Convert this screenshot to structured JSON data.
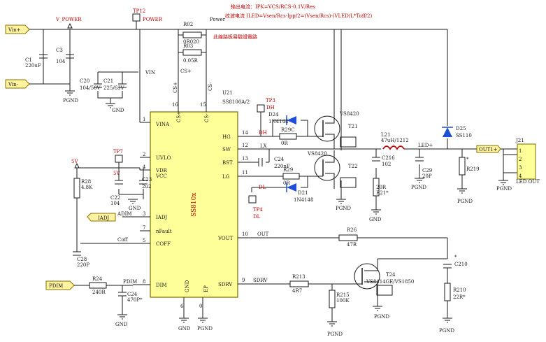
{
  "header": {
    "line1": "输出电流：IPK=VCS/RCS-0.1V/Res",
    "line2": "纹波电流 ILED=Vsen/Rcs-Ipp/2=(Vsen/Rcs)-(VLED/L*Toff/2)"
  },
  "ports": {
    "vin_plus": "Vin+",
    "vin_minus": "Vin-",
    "iadj": "IADJ",
    "pdim": "PDIM",
    "out_plus": "OUT1+"
  },
  "nets": {
    "v_power": "V_POWER",
    "power": "Power",
    "vin": "VIN",
    "cs_plus": "CS+",
    "cs_minus": "CS-",
    "dh": "DH",
    "lx": "LX",
    "dl": "DL",
    "out": "OUT",
    "sdrv": "SDRV",
    "pdim": "PDIM",
    "adim": "ADIM",
    "coff": "Coff",
    "led_plus": "LED+",
    "v5v": "5V",
    "v5v_local": "5V",
    "cs_note": "此線路板易驗證電路"
  },
  "grounds": {
    "pgnd": "PGND",
    "gnd": "GND"
  },
  "testpoints": {
    "tp12": "TP12",
    "tp12_label": "POWER",
    "tp7": "TP7",
    "tp3": "TP3",
    "tp3_label": "DH",
    "tp4": "TP4",
    "tp4_label": "DL"
  },
  "ic": {
    "ref": "U21",
    "part": "SS8100A/2",
    "body": "SS810x",
    "left_pins": [
      {
        "num": "1",
        "name": "VINA"
      },
      {
        "num": "2",
        "name": "UVLO"
      },
      {
        "num": "4",
        "name": "VDR"
      },
      {
        "num": "4",
        "name": "VCC"
      },
      {
        "num": "3",
        "name": "IADJ"
      },
      {
        "num": "7",
        "name": "nFault"
      },
      {
        "num": "5",
        "name": "COFF"
      },
      {
        "num": "8",
        "name": "DIM"
      }
    ],
    "right_pins": [
      {
        "num": "14",
        "name": "HG"
      },
      {
        "num": "12",
        "name": "SW"
      },
      {
        "num": "13",
        "name": "BST"
      },
      {
        "num": "11",
        "name": "LG"
      },
      {
        "num": "10",
        "name": "VOUT"
      },
      {
        "num": "9",
        "name": "SDRV"
      }
    ],
    "top_pins": [
      {
        "num": "16",
        "name": "CS+"
      },
      {
        "num": "15",
        "name": "CS-"
      }
    ],
    "bottom_pins": [
      {
        "num": "6",
        "name": "GND"
      },
      {
        "num": "0",
        "name": "EP"
      }
    ]
  },
  "components": {
    "c1": {
      "ref": "C1",
      "value": "220uF"
    },
    "c3": {
      "ref": "C3",
      "value": "104"
    },
    "c20": {
      "ref": "C20",
      "value": "104/50V"
    },
    "c21": {
      "ref": "C21",
      "value": "225/63V"
    },
    "r02": {
      "ref": "R02",
      "value": "0R020"
    },
    "r03": {
      "ref": "R03",
      "value": "0.05R"
    },
    "c22": {
      "ref": "C22",
      "value": "104"
    },
    "c23": {
      "ref": "C23",
      "value": "2u2"
    },
    "r28": {
      "ref": "R28",
      "value": "4.8K"
    },
    "c28": {
      "ref": "C28",
      "value": "220P"
    },
    "r24": {
      "ref": "R24",
      "value": "240R"
    },
    "c24": {
      "ref": "C24",
      "value": "470P*"
    },
    "d24": {
      "ref": "D24",
      "value": "1N4148"
    },
    "d21": {
      "ref": "D21",
      "value": "1N4148"
    },
    "r29c": {
      "ref": "R29C",
      "value": "0R"
    },
    "r29": {
      "ref": "R29",
      "value": "0R"
    },
    "c24b": {
      "ref": "C24",
      "value": "220nF"
    },
    "t21": {
      "ref": "T21",
      "value": "VS8420"
    },
    "t22": {
      "ref": "T22",
      "value": "VS8420"
    },
    "l21": {
      "ref": "L21",
      "value": "47uH/1212"
    },
    "c216": {
      "ref": "C216",
      "value": "102"
    },
    "r21x": {
      "ref": "R21*",
      "value": "20R"
    },
    "c29": {
      "ref": "C29",
      "value": "20P"
    },
    "d25": {
      "ref": "D25",
      "value": "SS110"
    },
    "r219": {
      "ref": "R219",
      "value": "*"
    },
    "r26": {
      "ref": "R26",
      "value": "47R"
    },
    "r213": {
      "ref": "R213",
      "value": "4R7"
    },
    "r215": {
      "ref": "R215",
      "value": "100K"
    },
    "t24": {
      "ref": "T24",
      "value": "VS8414GE/VS1850"
    },
    "c210": {
      "ref": "C210",
      "value": "*"
    },
    "r210": {
      "ref": "R210",
      "value": "22R*"
    }
  },
  "connector": {
    "ref": "J21",
    "name": "LED OUT",
    "pins": [
      "1",
      "2",
      "3",
      "4"
    ]
  }
}
